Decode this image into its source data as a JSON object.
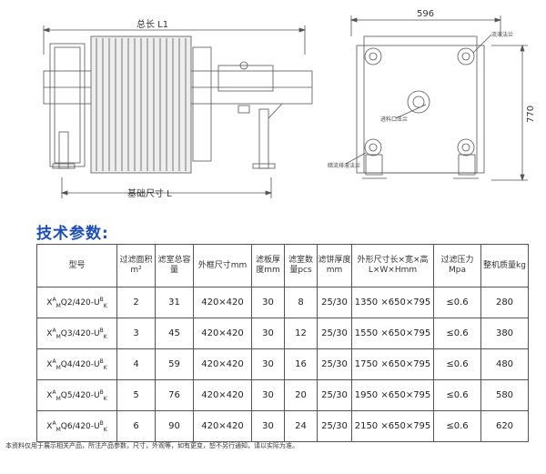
{
  "drawing": {
    "total_length_label": "总长 L1",
    "foundation_length_label": "基础尺寸 L",
    "width_dim": "596",
    "height_dim": "770",
    "callout_top": "流液法兰",
    "callout_mid": "进料口法兰",
    "callout_bottom": "暗流排液法兰"
  },
  "section_title": "技术参数:",
  "table": {
    "headers": [
      "型号",
      "过滤面积m²",
      "滤室总容量",
      "外框尺寸mm",
      "滤板厚度mm",
      "滤室数量pcs",
      "滤饼厚度mm",
      "外形尺寸长×宽×高 L×W×Hmm",
      "过滤压力Mpa",
      "整机质量kg"
    ],
    "rows": [
      {
        "model": "Q2/420-U",
        "area": "2",
        "volume": "31",
        "frame": "420×420",
        "plate": "30",
        "chambers": "8",
        "cake": "25/30",
        "size": "1350 ×650×795",
        "pressure": "≤0.6",
        "mass": "280"
      },
      {
        "model": "Q3/420-U",
        "area": "3",
        "volume": "45",
        "frame": "420×420",
        "plate": "30",
        "chambers": "12",
        "cake": "25/30",
        "size": "1550 ×650×795",
        "pressure": "≤0.6",
        "mass": "380"
      },
      {
        "model": "Q4/420-U",
        "area": "4",
        "volume": "59",
        "frame": "420×420",
        "plate": "30",
        "chambers": "16",
        "cake": "25/30",
        "size": "1750 ×650×795",
        "pressure": "≤0.6",
        "mass": "480"
      },
      {
        "model": "Q5/420-U",
        "area": "5",
        "volume": "76",
        "frame": "420×420",
        "plate": "30",
        "chambers": "20",
        "cake": "25/30",
        "size": "1950 ×650×795",
        "pressure": "≤0.6",
        "mass": "580"
      },
      {
        "model": "Q6/420-U",
        "area": "6",
        "volume": "90",
        "frame": "420×420",
        "plate": "30",
        "chambers": "24",
        "cake": "25/30",
        "size": "2150 ×650×795",
        "pressure": "≤0.6",
        "mass": "620"
      }
    ]
  },
  "footnote": "本资料仅用于展示相关产品，所注产品参数，尺寸，外观等，如有更变，恕不另行通知，请以实际为准。"
}
